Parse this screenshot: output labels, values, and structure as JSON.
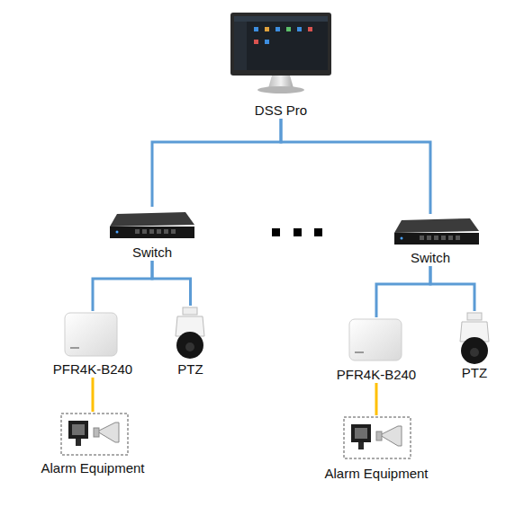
{
  "diagram": {
    "nodes": [
      {
        "text": [
          "DSS Pro"
        ]
      },
      {
        "text": [
          "Switch"
        ]
      },
      {
        "text": [
          "Switch"
        ]
      },
      {
        "text": [
          "PFR4K-B240"
        ]
      },
      {
        "text": [
          "PTZ"
        ]
      },
      {
        "text": [
          "PFR4K-B240"
        ]
      },
      {
        "text": [
          "PTZ"
        ]
      },
      {
        "text": [
          "Alarm Equipment"
        ]
      },
      {
        "text": [
          "Alarm Equipment"
        ]
      }
    ],
    "edges": [
      {
        "from": 0,
        "to": 1,
        "arrow": "none"
      },
      {
        "from": 0,
        "to": 2,
        "arrow": "none"
      },
      {
        "from": 1,
        "to": 3,
        "arrow": "none"
      },
      {
        "from": 1,
        "to": 4,
        "arrow": "none"
      },
      {
        "from": 3,
        "to": 7,
        "arrow": "none"
      },
      {
        "from": 2,
        "to": 5,
        "arrow": "none"
      },
      {
        "from": 2,
        "to": 6,
        "arrow": "none"
      },
      {
        "from": 5,
        "to": 8,
        "arrow": "none"
      }
    ]
  }
}
